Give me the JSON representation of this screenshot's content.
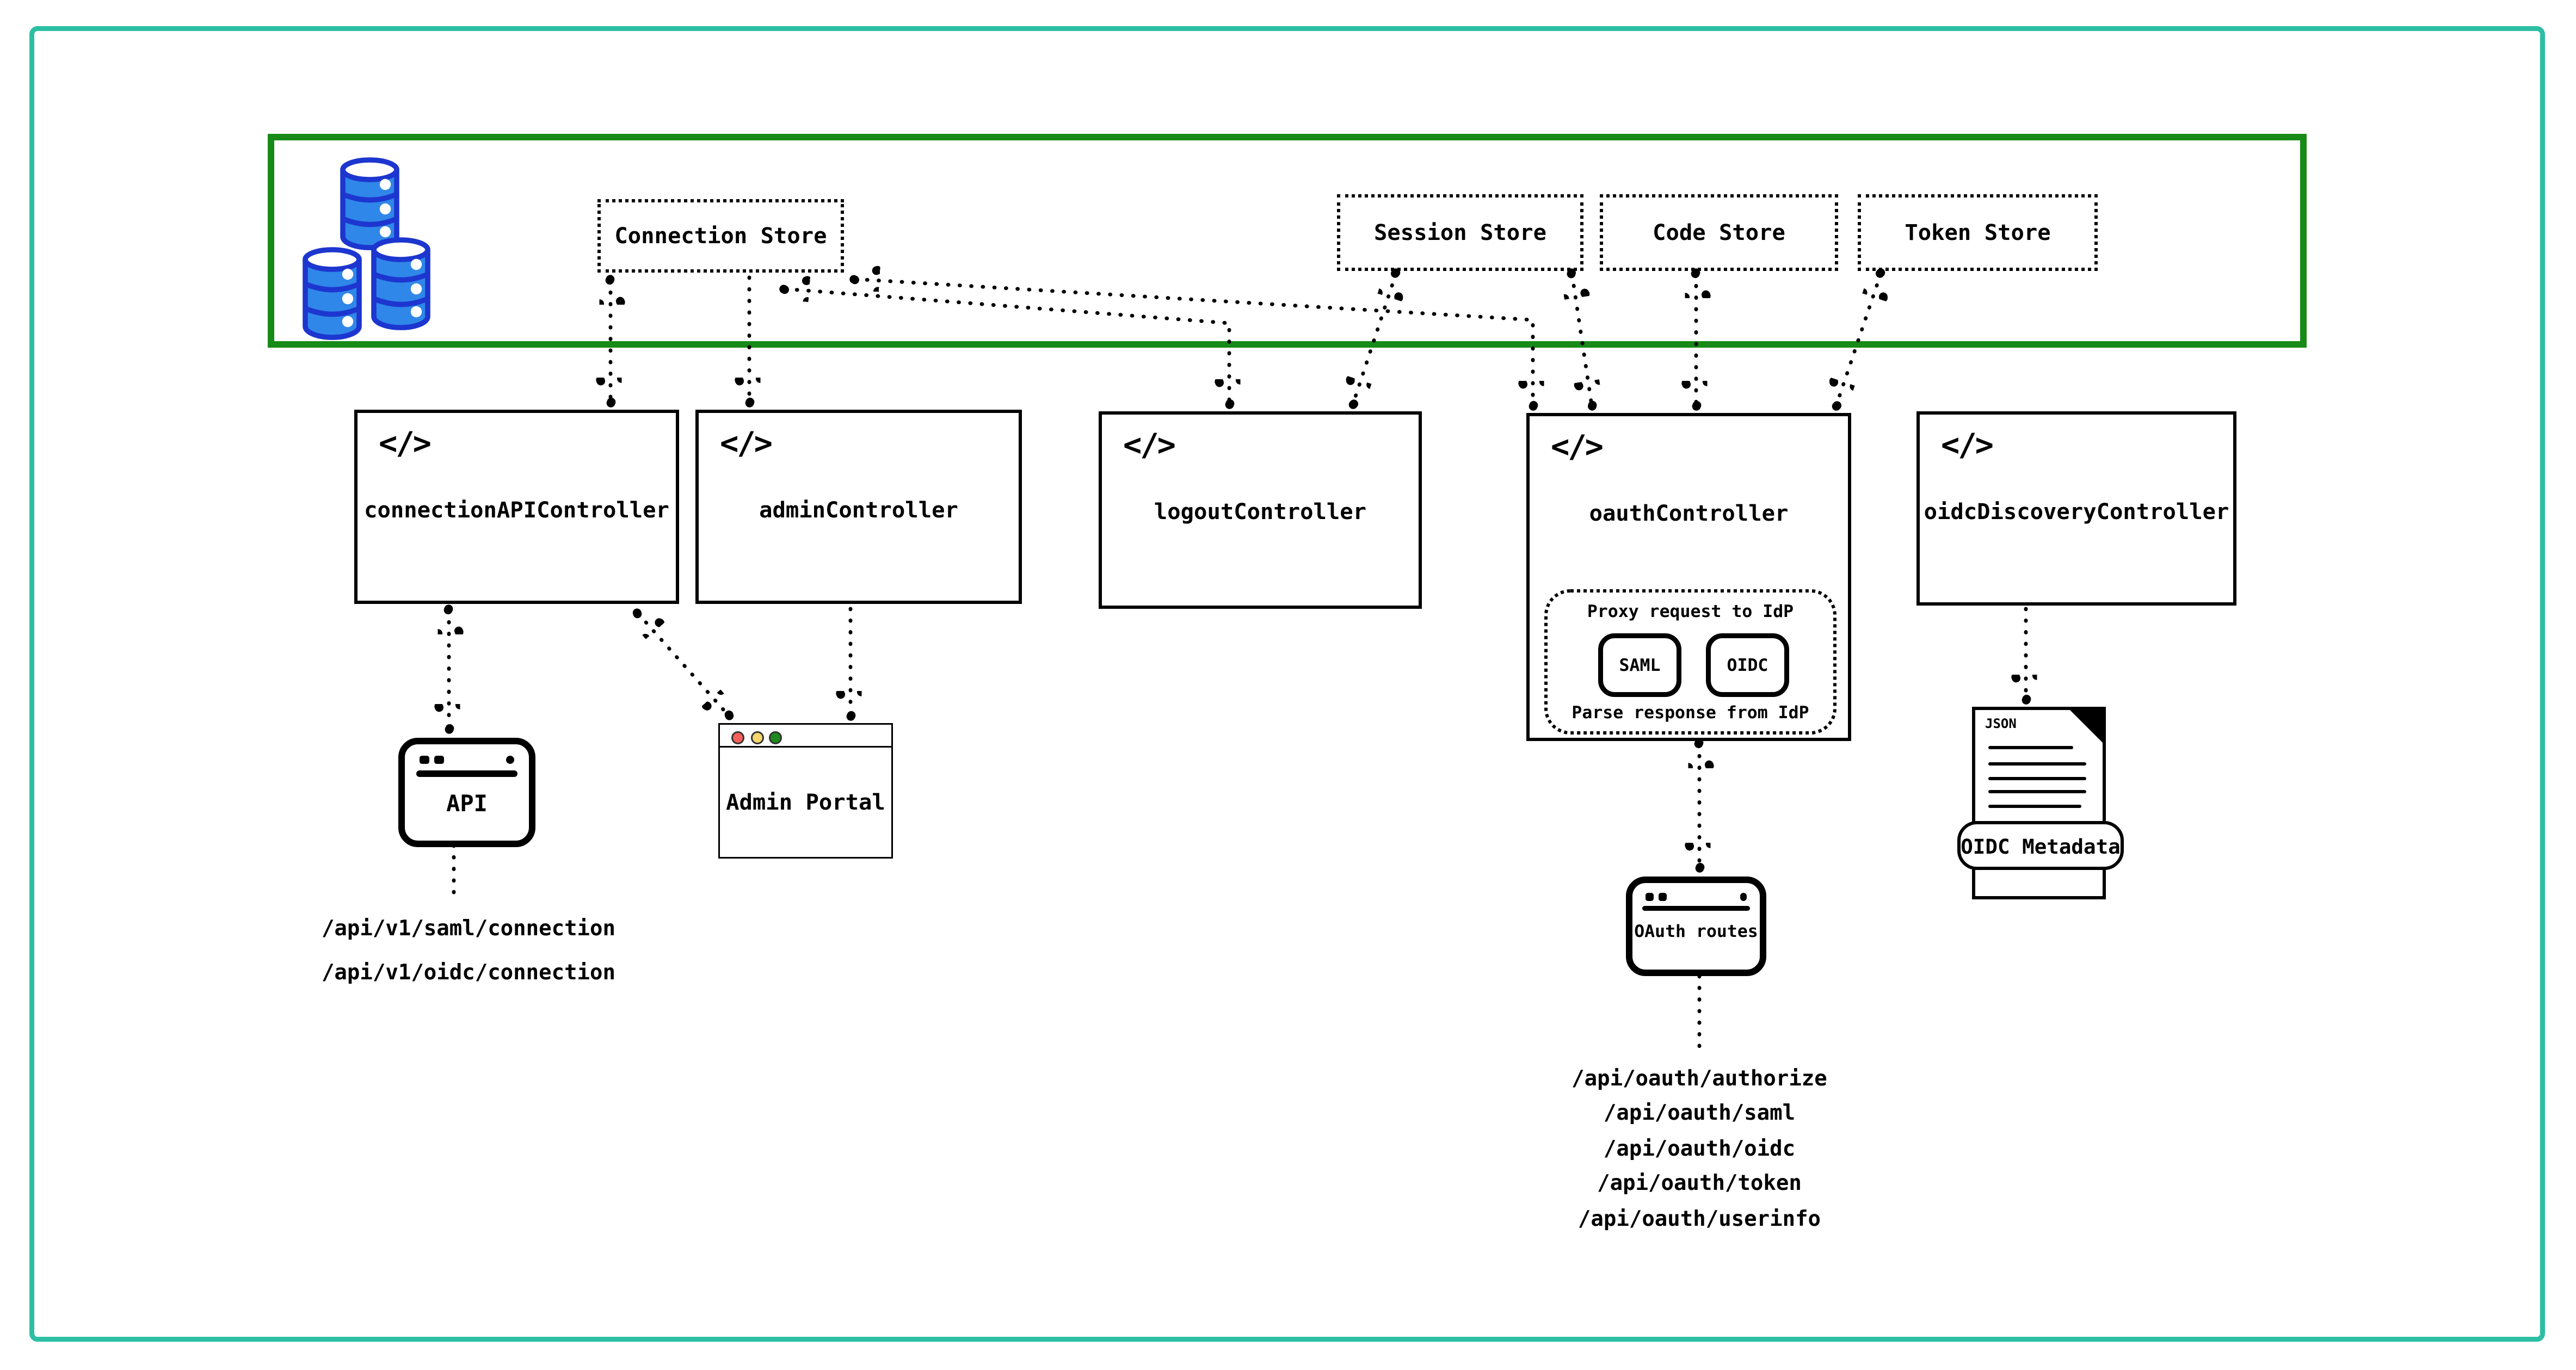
{
  "store_layer": {
    "stores": [
      {
        "label": "Connection Store"
      },
      {
        "label": "Session Store"
      },
      {
        "label": "Code Store"
      },
      {
        "label": "Token Store"
      }
    ]
  },
  "controllers": [
    {
      "label": "connectionAPIController"
    },
    {
      "label": "adminController"
    },
    {
      "label": "logoutController"
    },
    {
      "label": "oauthController"
    },
    {
      "label": "oidcDiscoveryController"
    }
  ],
  "oauth_proxy": {
    "top_label": "Proxy request to IdP",
    "protocols": [
      "SAML",
      "OIDC"
    ],
    "bottom_label": "Parse response from IdP"
  },
  "clients": {
    "api_window_label": "API",
    "admin_portal_label": "Admin Portal",
    "oauth_routes_label": "OAuth routes",
    "metadata_file_type": "JSON",
    "metadata_banner_label": "OIDC Metadata"
  },
  "endpoints": {
    "api": [
      "/api/v1/saml/connection",
      "/api/v1/oidc/connection"
    ],
    "oauth": [
      "/api/oauth/authorize",
      "/api/oauth/saml",
      "/api/oauth/oidc",
      "/api/oauth/token",
      "/api/oauth/userinfo"
    ]
  },
  "icons": {
    "code_icon_glyph": "</>",
    "database_icon": "database-cluster-icon",
    "browser_window_icon": "browser-window-icon",
    "json_file_icon": "json-file-icon"
  },
  "colors": {
    "outer_frame": "#2CBFA4",
    "store_container_border": "#178A17",
    "database_fill": "#2F87E9",
    "database_outline": "#1D36CF",
    "traffic_red": "#F8605A",
    "traffic_yellow": "#F6D76D",
    "traffic_green": "#1E8A1E",
    "line_color": "#000000"
  }
}
